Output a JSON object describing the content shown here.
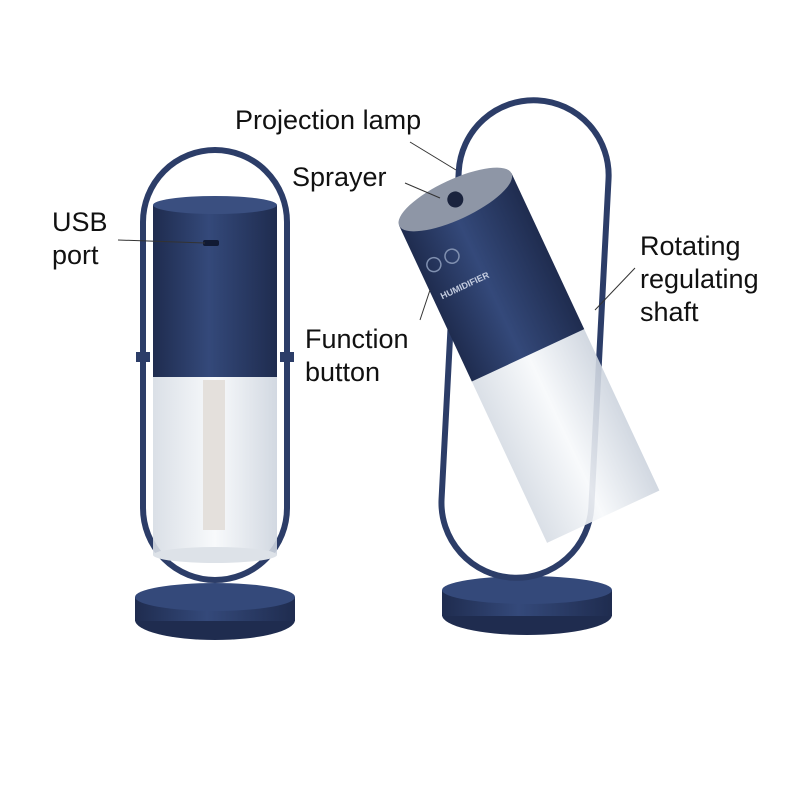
{
  "labels": {
    "projection_lamp": "Projection lamp",
    "sprayer": "Sprayer",
    "usb_port_line1": "USB",
    "usb_port_line2": "port",
    "function_button_line1": "Function",
    "function_button_line2": "button",
    "rotating_line1": "Rotating",
    "rotating_line2": "regulating",
    "rotating_line3": "shaft"
  },
  "product_text": "HUMIDIFIER",
  "colors": {
    "body": "#2c3d68",
    "body_dark": "#1f2c4f",
    "cap": "#8e96a6",
    "tank": "#e9edf2"
  }
}
